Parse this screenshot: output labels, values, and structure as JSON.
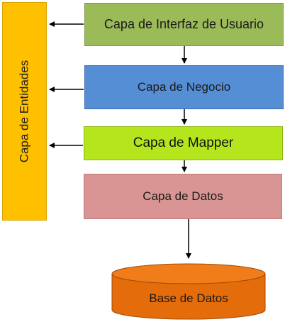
{
  "diagram": {
    "layers": {
      "ui": "Capa de Interfaz de Usuario",
      "business": "Capa de Negocio",
      "mapper": "Capa de Mapper",
      "data": "Capa de Datos"
    },
    "side_layer": "Capa de Entidades",
    "database": "Base de Datos"
  },
  "colors": {
    "ui": "#9bbb59",
    "business": "#558ed5",
    "mapper": "#b5e61d",
    "data": "#d99594",
    "entities": "#ffc000",
    "database": "#e46c0a",
    "arrows": "#000000"
  }
}
